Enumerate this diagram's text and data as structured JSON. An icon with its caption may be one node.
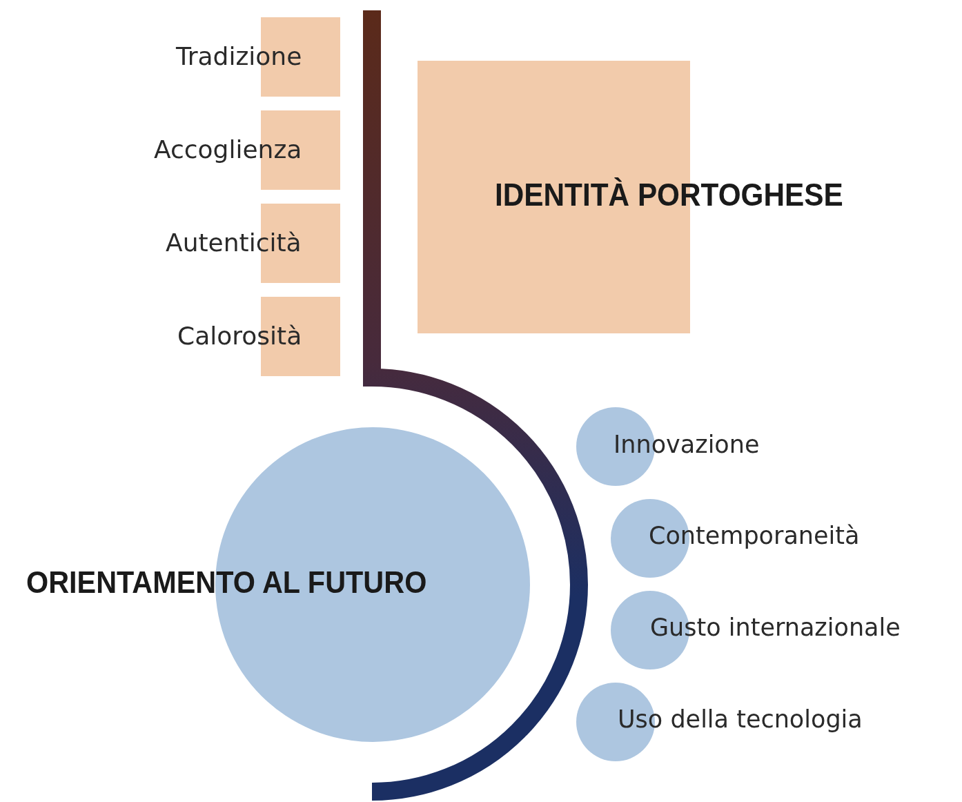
{
  "diagram": {
    "nodes": [
      {
        "text": [
          "Tradizione"
        ]
      },
      {
        "text": [
          "Accoglienza"
        ]
      },
      {
        "text": [
          "Autenticità"
        ]
      },
      {
        "text": [
          "Calorosità"
        ]
      },
      {
        "text": [
          "IDENTITÀ PORTOGHESE"
        ]
      },
      {
        "text": [
          "ORIENTAMENTO AL FUTURO"
        ]
      },
      {
        "text": [
          "Innovazione"
        ]
      },
      {
        "text": [
          "Contemporaneità"
        ]
      },
      {
        "text": [
          "Gusto internazionale"
        ]
      },
      {
        "text": [
          "Uso della tecnologia"
        ]
      }
    ]
  }
}
